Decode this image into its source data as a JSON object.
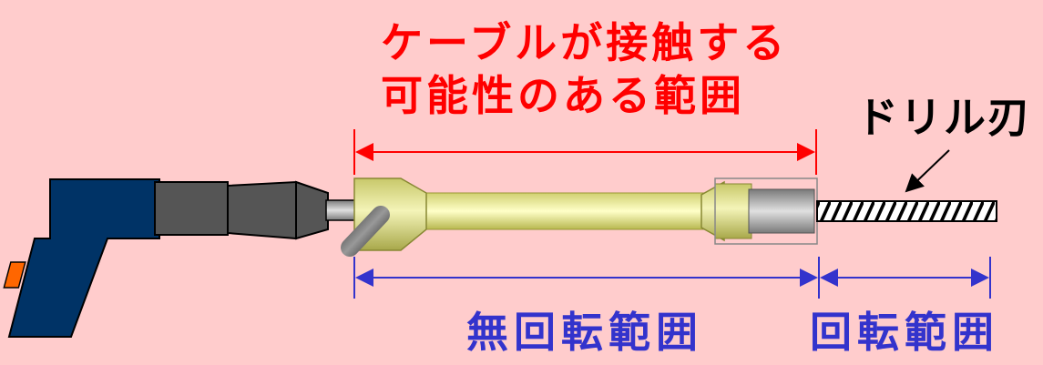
{
  "labels": {
    "cable_contact_line1": "ケーブルが接触する",
    "cable_contact_line2": "可能性のある範囲",
    "drill_bit": "ドリル刃",
    "non_rotating_range": "無回転範囲",
    "rotating_range": "回転範囲"
  },
  "colors": {
    "background": "#ffcccc",
    "cable_range": "#ff0000",
    "rotation_range": "#3333cc",
    "drill_body": "#003366",
    "drill_chuck": "#555555",
    "trigger": "#ff6600",
    "adapter": "#e6e699"
  },
  "icons": {
    "drill": "power-drill-icon",
    "bit": "drill-bit-icon"
  }
}
